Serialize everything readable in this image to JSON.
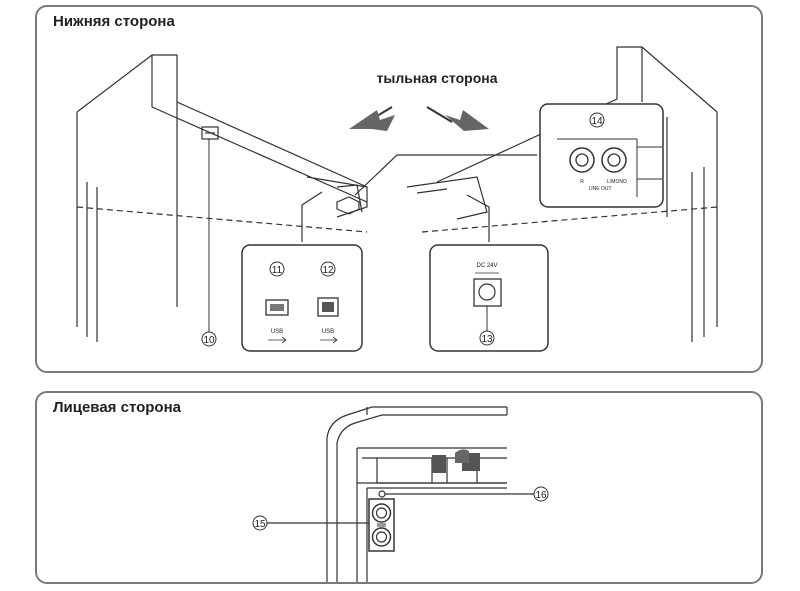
{
  "panels": {
    "bottom": {
      "title": "Нижняя сторона",
      "back_label": "тыльная сторона",
      "callouts": {
        "c10": "10",
        "c11": "11",
        "c12": "12",
        "c13": "13",
        "c14": "14"
      },
      "usb_a_label": "USB",
      "usb_b_label": "USB",
      "dc_label": "DC 24V",
      "r_label": "R",
      "lmono_label": "L/MONO",
      "line_out_label": "LINE OUT"
    },
    "front": {
      "title": "Лицевая сторона",
      "callouts": {
        "c15": "15",
        "c16": "16"
      }
    }
  }
}
